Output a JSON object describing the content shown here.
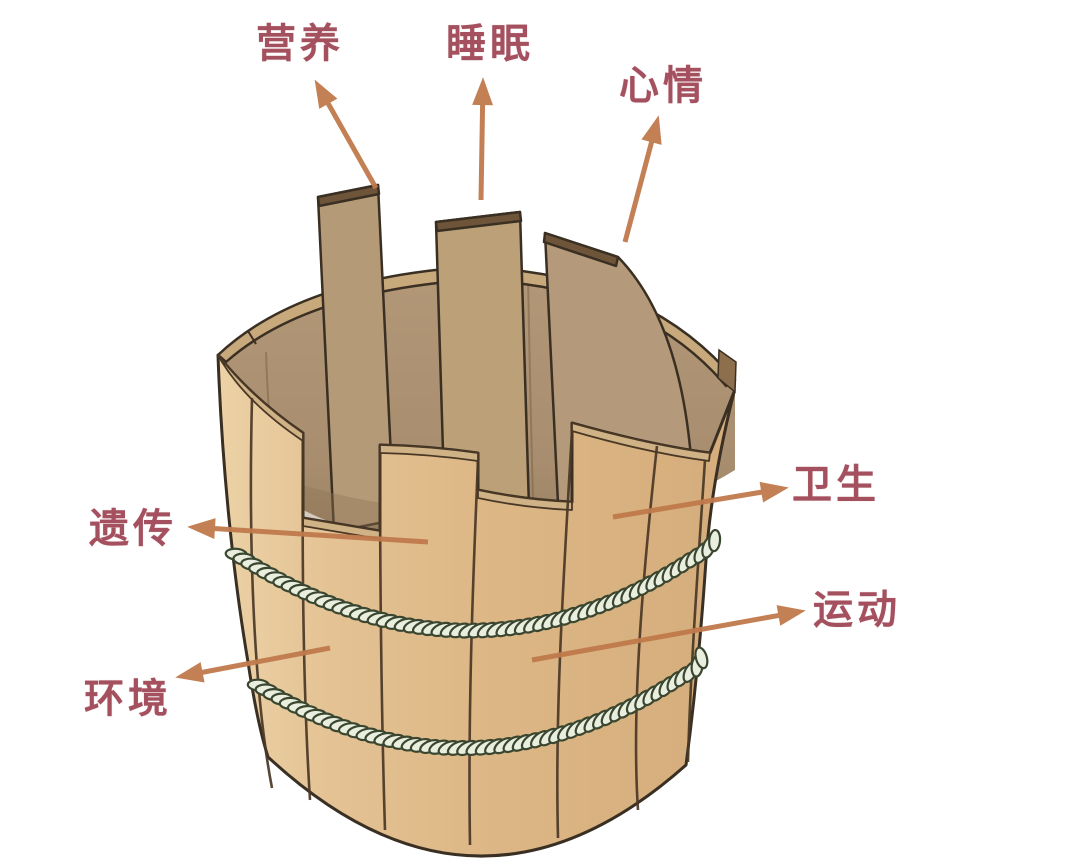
{
  "diagram": {
    "kind": "wooden-bucket-factors-diagram",
    "description_visible_elements": "wooden bucket with staves of unequal height, two twisted rope hoops, seven labeled arrows",
    "labels": {
      "nutrition": "营养",
      "sleep": "睡眠",
      "mood": "心情",
      "heredity": "遗传",
      "environment": "环境",
      "hygiene": "卫生",
      "exercise": "运动"
    },
    "colors": {
      "background": "#ffffff",
      "label_text": "#a4505e",
      "arrow": "#c07a4c",
      "bucket_front_light": "#ecd2a6",
      "bucket_front_dark": "#d7af7e",
      "bucket_interior": "#ab9173",
      "interior_shadow": "#8d7457",
      "tall_stave": "#b69c7b",
      "stave_cap": "#6e5539",
      "front_cap_strip": "#cfb285",
      "outline": "#3a2f23",
      "rope_bead_fill": "#e9eede",
      "rope_bead_stroke": "#3a462f"
    }
  }
}
